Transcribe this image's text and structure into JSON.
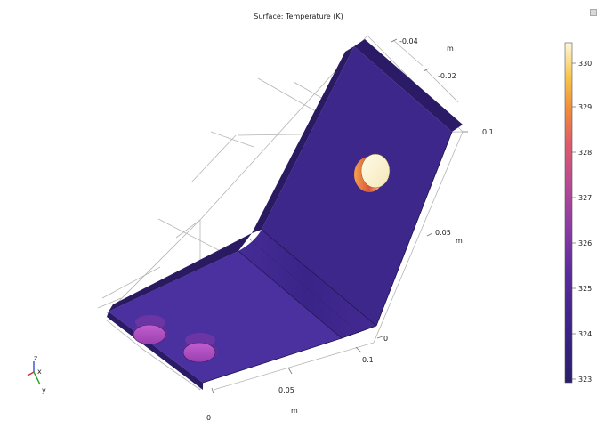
{
  "plot": {
    "title": "Surface: Temperature (K)"
  },
  "axes": {
    "y_ticks": [
      "-0.04",
      "-0.02"
    ],
    "y_unit": "m",
    "z_ticks": [
      "0.1",
      "0.05",
      "0"
    ],
    "z_unit": "m",
    "x_ticks": [
      "0.1",
      "0.05",
      "0"
    ],
    "x_unit": "m"
  },
  "colorbar": {
    "ticks": [
      "330",
      "329",
      "328",
      "327",
      "326",
      "325",
      "324",
      "323"
    ],
    "colormap": [
      "#2a1d6b",
      "#3a2286",
      "#5a2a9a",
      "#8a3aa6",
      "#b64a94",
      "#de5a6c",
      "#f08a3a",
      "#f7c64a",
      "#fdf7dc"
    ]
  },
  "triad": {
    "z": "z",
    "x": "x",
    "y": "y"
  },
  "colors": {
    "part_main": "#40288e",
    "part_dark": "#2e1c6e",
    "bolt_hot": "#fbf1d2",
    "bolt_warm": "#a34db5"
  }
}
